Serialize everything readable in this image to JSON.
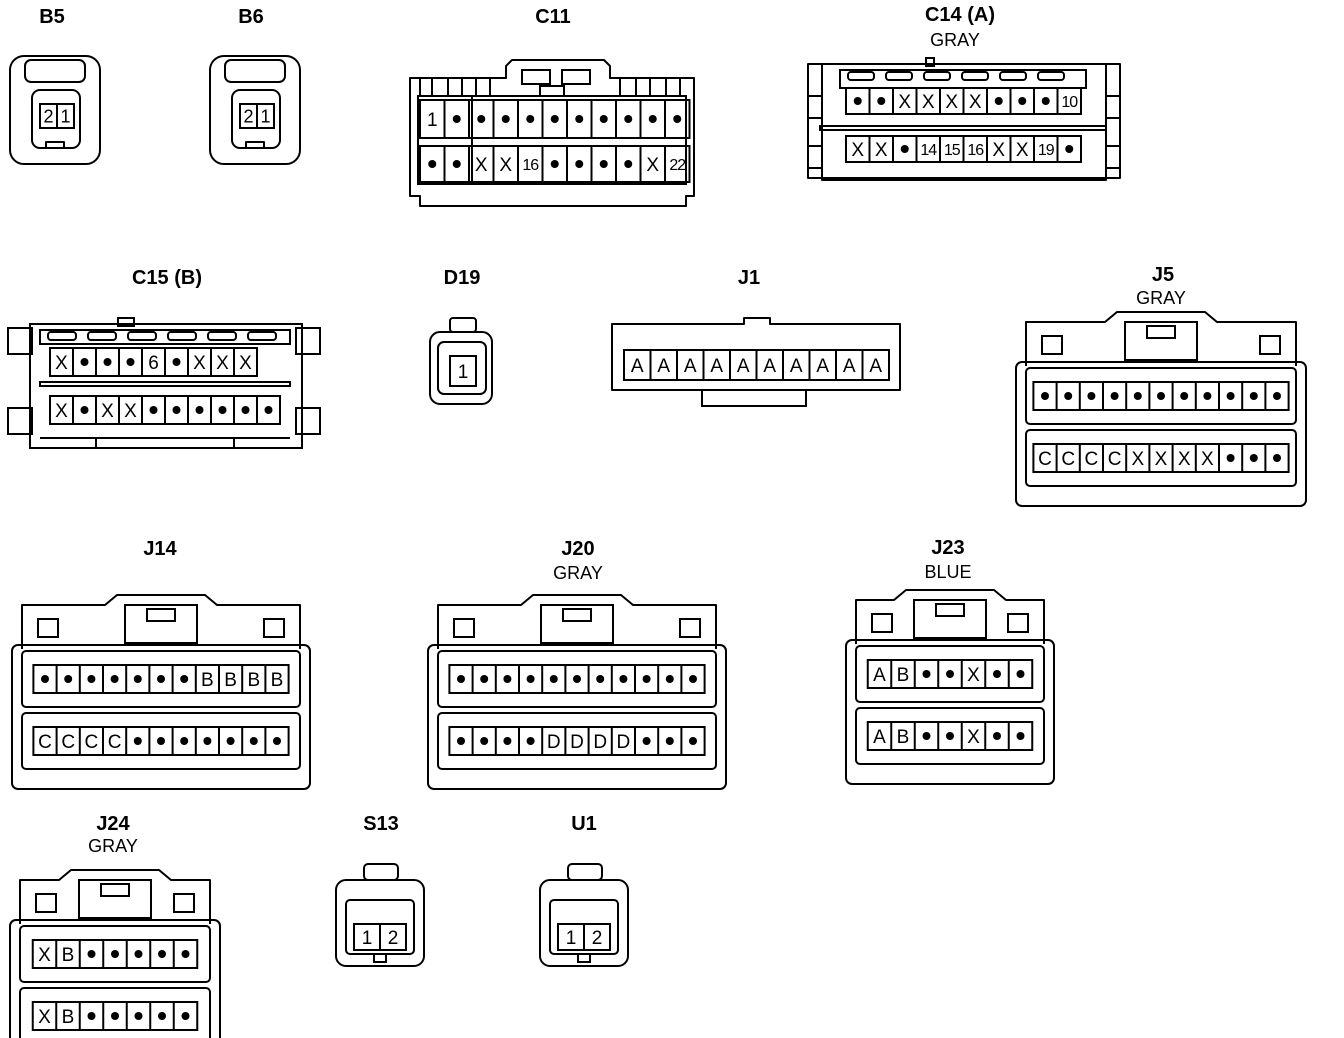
{
  "connectors": {
    "B5": {
      "name": "B5",
      "color": "",
      "rows": [
        [
          "2",
          "1"
        ]
      ]
    },
    "B6": {
      "name": "B6",
      "color": "",
      "rows": [
        [
          "2",
          "1"
        ]
      ]
    },
    "C11": {
      "name": "C11",
      "color": "",
      "rows": [
        [
          "1",
          "•",
          "•",
          "•",
          "•",
          "•",
          "•",
          "•",
          "•",
          "•",
          "•"
        ],
        [
          "•",
          "•",
          "X",
          "X",
          "16",
          "•",
          "•",
          "•",
          "•",
          "X",
          "22"
        ]
      ]
    },
    "C14": {
      "name": "C14 (A)",
      "color": "GRAY",
      "rows": [
        [
          "•",
          "•",
          "X",
          "X",
          "X",
          "X",
          "•",
          "•",
          "•",
          "10"
        ],
        [
          "X",
          "X",
          "•",
          "14",
          "15",
          "16",
          "X",
          "X",
          "19",
          "•"
        ]
      ]
    },
    "C15": {
      "name": "C15 (B)",
      "color": "",
      "rows": [
        [
          "X",
          "•",
          "•",
          "•",
          "6",
          "•",
          "X",
          "X",
          "X"
        ],
        [
          "X",
          "•",
          "X",
          "X",
          "•",
          "•",
          "•",
          "•",
          "•",
          "•"
        ]
      ]
    },
    "D19": {
      "name": "D19",
      "color": "",
      "rows": [
        [
          "1"
        ]
      ]
    },
    "J1": {
      "name": "J1",
      "color": "",
      "rows": [
        [
          "A",
          "A",
          "A",
          "A",
          "A",
          "A",
          "A",
          "A",
          "A",
          "A"
        ]
      ]
    },
    "J5": {
      "name": "J5",
      "color": "GRAY",
      "rows": [
        [
          "•",
          "•",
          "•",
          "•",
          "•",
          "•",
          "•",
          "•",
          "•",
          "•",
          "•"
        ],
        [
          "C",
          "C",
          "C",
          "C",
          "X",
          "X",
          "X",
          "X",
          "•",
          "•",
          "•"
        ]
      ]
    },
    "J14": {
      "name": "J14",
      "color": "",
      "rows": [
        [
          "•",
          "•",
          "•",
          "•",
          "•",
          "•",
          "•",
          "B",
          "B",
          "B",
          "B"
        ],
        [
          "C",
          "C",
          "C",
          "C",
          "•",
          "•",
          "•",
          "•",
          "•",
          "•",
          "•"
        ]
      ]
    },
    "J20": {
      "name": "J20",
      "color": "GRAY",
      "rows": [
        [
          "•",
          "•",
          "•",
          "•",
          "•",
          "•",
          "•",
          "•",
          "•",
          "•",
          "•"
        ],
        [
          "•",
          "•",
          "•",
          "•",
          "D",
          "D",
          "D",
          "D",
          "•",
          "•",
          "•"
        ]
      ]
    },
    "J23": {
      "name": "J23",
      "color": "BLUE",
      "rows": [
        [
          "A",
          "B",
          "•",
          "•",
          "X",
          "•",
          "•"
        ],
        [
          "A",
          "B",
          "•",
          "•",
          "X",
          "•",
          "•"
        ]
      ]
    },
    "J24": {
      "name": "J24",
      "color": "GRAY",
      "rows": [
        [
          "X",
          "B",
          "•",
          "•",
          "•",
          "•",
          "•"
        ],
        [
          "X",
          "B",
          "•",
          "•",
          "•",
          "•",
          "•"
        ]
      ]
    },
    "S13": {
      "name": "S13",
      "color": "",
      "rows": [
        [
          "1",
          "2"
        ]
      ]
    },
    "U1": {
      "name": "U1",
      "color": "",
      "rows": [
        [
          "1",
          "2"
        ]
      ]
    }
  }
}
